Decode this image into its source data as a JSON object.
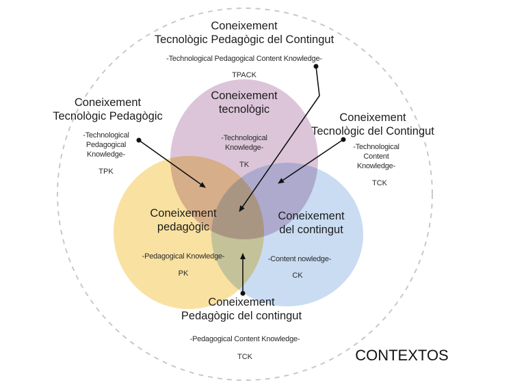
{
  "diagram": {
    "colors": {
      "technological": "#dcc5d9",
      "pedagogical": "#f9e1a1",
      "content": "#c9dcf2",
      "outer_dash": "#c8c8c8",
      "arrow": "#111111"
    },
    "outer_label": "CONTEXTOS",
    "circles": {
      "tk": {
        "title_line1": "Coneixement",
        "title_line2": "tecnològic",
        "english_line1": "-Technological",
        "english_line2": "Knowledge-",
        "abbr": "TK"
      },
      "pk": {
        "title_line1": "Coneixement",
        "title_line2": "pedagògic",
        "english": "-Pedagogical Knowledge-",
        "abbr": "PK"
      },
      "ck": {
        "title_line1": "Coneixement",
        "title_line2": "del contingut",
        "english": "-Content nowledge-",
        "abbr": "CK"
      }
    },
    "intersections": {
      "tpack": {
        "title_line1": "Coneixement",
        "title_line2": "Tecnològic Pedagògic del Contingut",
        "english": "-Technological Pedagogical Content Knowledge-",
        "abbr": "TPACK"
      },
      "tpk": {
        "title_line1": "Coneixement",
        "title_line2": "Tecnològic Pedagògic",
        "english_line1": "-Technological",
        "english_line2": "Pedagogical",
        "english_line3": "Knowledge-",
        "abbr": "TPK"
      },
      "tck": {
        "title_line1": "Coneixement",
        "title_line2": "Tecnològic del Contingut",
        "english_line1": "-Technological",
        "english_line2": "Content",
        "english_line3": "Knowledge-",
        "abbr": "TCK"
      },
      "pck": {
        "title_line1": "Coneixement",
        "title_line2": "Pedagògic del contingut",
        "english": "-Pedagogical Content Knowledge-",
        "abbr": "TCK"
      }
    }
  }
}
